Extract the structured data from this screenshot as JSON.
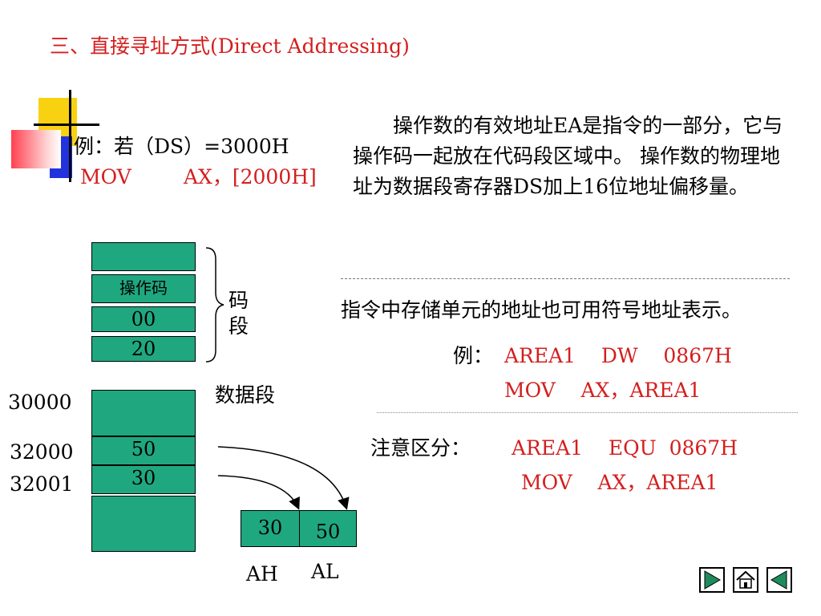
{
  "title": "三、直接寻址方式(Direct Addressing)",
  "example": {
    "line1": "例：若（DS）=3000H",
    "mov": "MOV",
    "operands": "AX，[2000H]"
  },
  "description": "操作数的有效地址EA是指令的一部分，它与操作码一起放在代码段区域中。 操作数的物理地址为数据段寄存器DS加上16位地址偏移量。",
  "code_segment": {
    "cells": [
      "",
      "操作码",
      "00",
      "20"
    ],
    "label_1": "码",
    "label_2": "段"
  },
  "data_segment": {
    "label": "数据段",
    "addresses": [
      "30000",
      "32000",
      "32001"
    ],
    "cells": [
      "",
      "50",
      "30",
      ""
    ]
  },
  "register": {
    "high_value": "30",
    "low_value": "50",
    "high_name": "AH",
    "low_name": "AL"
  },
  "symbolic_note": "指令中存储单元的地址也可用符号地址表示。",
  "symbolic_example": {
    "prefix": "例：",
    "line1": "AREA1    DW    0867H",
    "line2": "MOV    AX，AREA1"
  },
  "distinguish": {
    "prefix": "注意区分：",
    "line1": "AREA1    EQU  0867H",
    "line2": "MOV    AX，AREA1"
  },
  "colors": {
    "accent_red": "#d41e1e",
    "cell_green": "#1fa880",
    "deco_yellow": "#f8d210",
    "deco_blue": "#2233dd"
  },
  "nav_icons": [
    "next-icon",
    "home-icon",
    "previous-icon"
  ]
}
